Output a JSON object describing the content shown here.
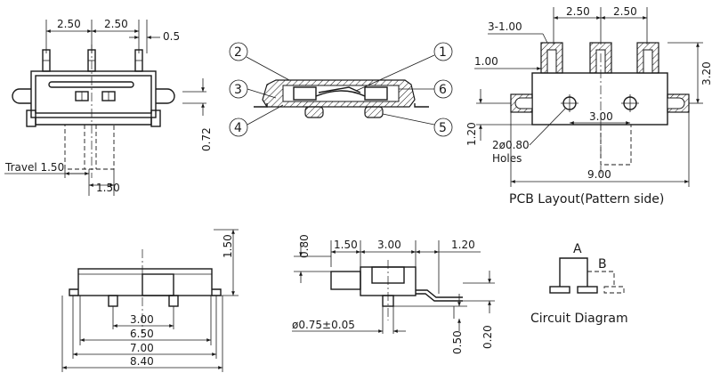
{
  "top_view": {
    "dims": {
      "pitch_left": "2.50",
      "pitch_right": "2.50",
      "pin_width": "0.5",
      "height": "0.72",
      "travel": "Travel 1.50",
      "knob": "1.50"
    }
  },
  "section_view": {
    "labels": [
      "1",
      "2",
      "3",
      "4",
      "5",
      "6"
    ]
  },
  "pcb_layout": {
    "dims": {
      "slot": "3-1.00",
      "pitch_left": "2.50",
      "pitch_right": "2.50",
      "pad_width": "1.00",
      "height": "3.20",
      "offset": "1.20",
      "holes_pitch": "3.00",
      "hole_dia": "2ø0.80",
      "holes": "Holes",
      "total_width": "9.00"
    },
    "caption": "PCB Layout(Pattern side)"
  },
  "front_view": {
    "dims": {
      "height": "1.50",
      "w1": "3.00",
      "w2": "6.50",
      "w3": "7.00",
      "w4": "8.40"
    }
  },
  "side_view": {
    "dims": {
      "top": "0.80",
      "d1": "1.50",
      "d2": "3.00",
      "d3": "1.20",
      "pin": "ø0.75±0.05",
      "b1": "0.50",
      "b2": "0.20"
    }
  },
  "circuit": {
    "label_a": "A",
    "label_b": "B",
    "caption": "Circuit Diagram"
  }
}
